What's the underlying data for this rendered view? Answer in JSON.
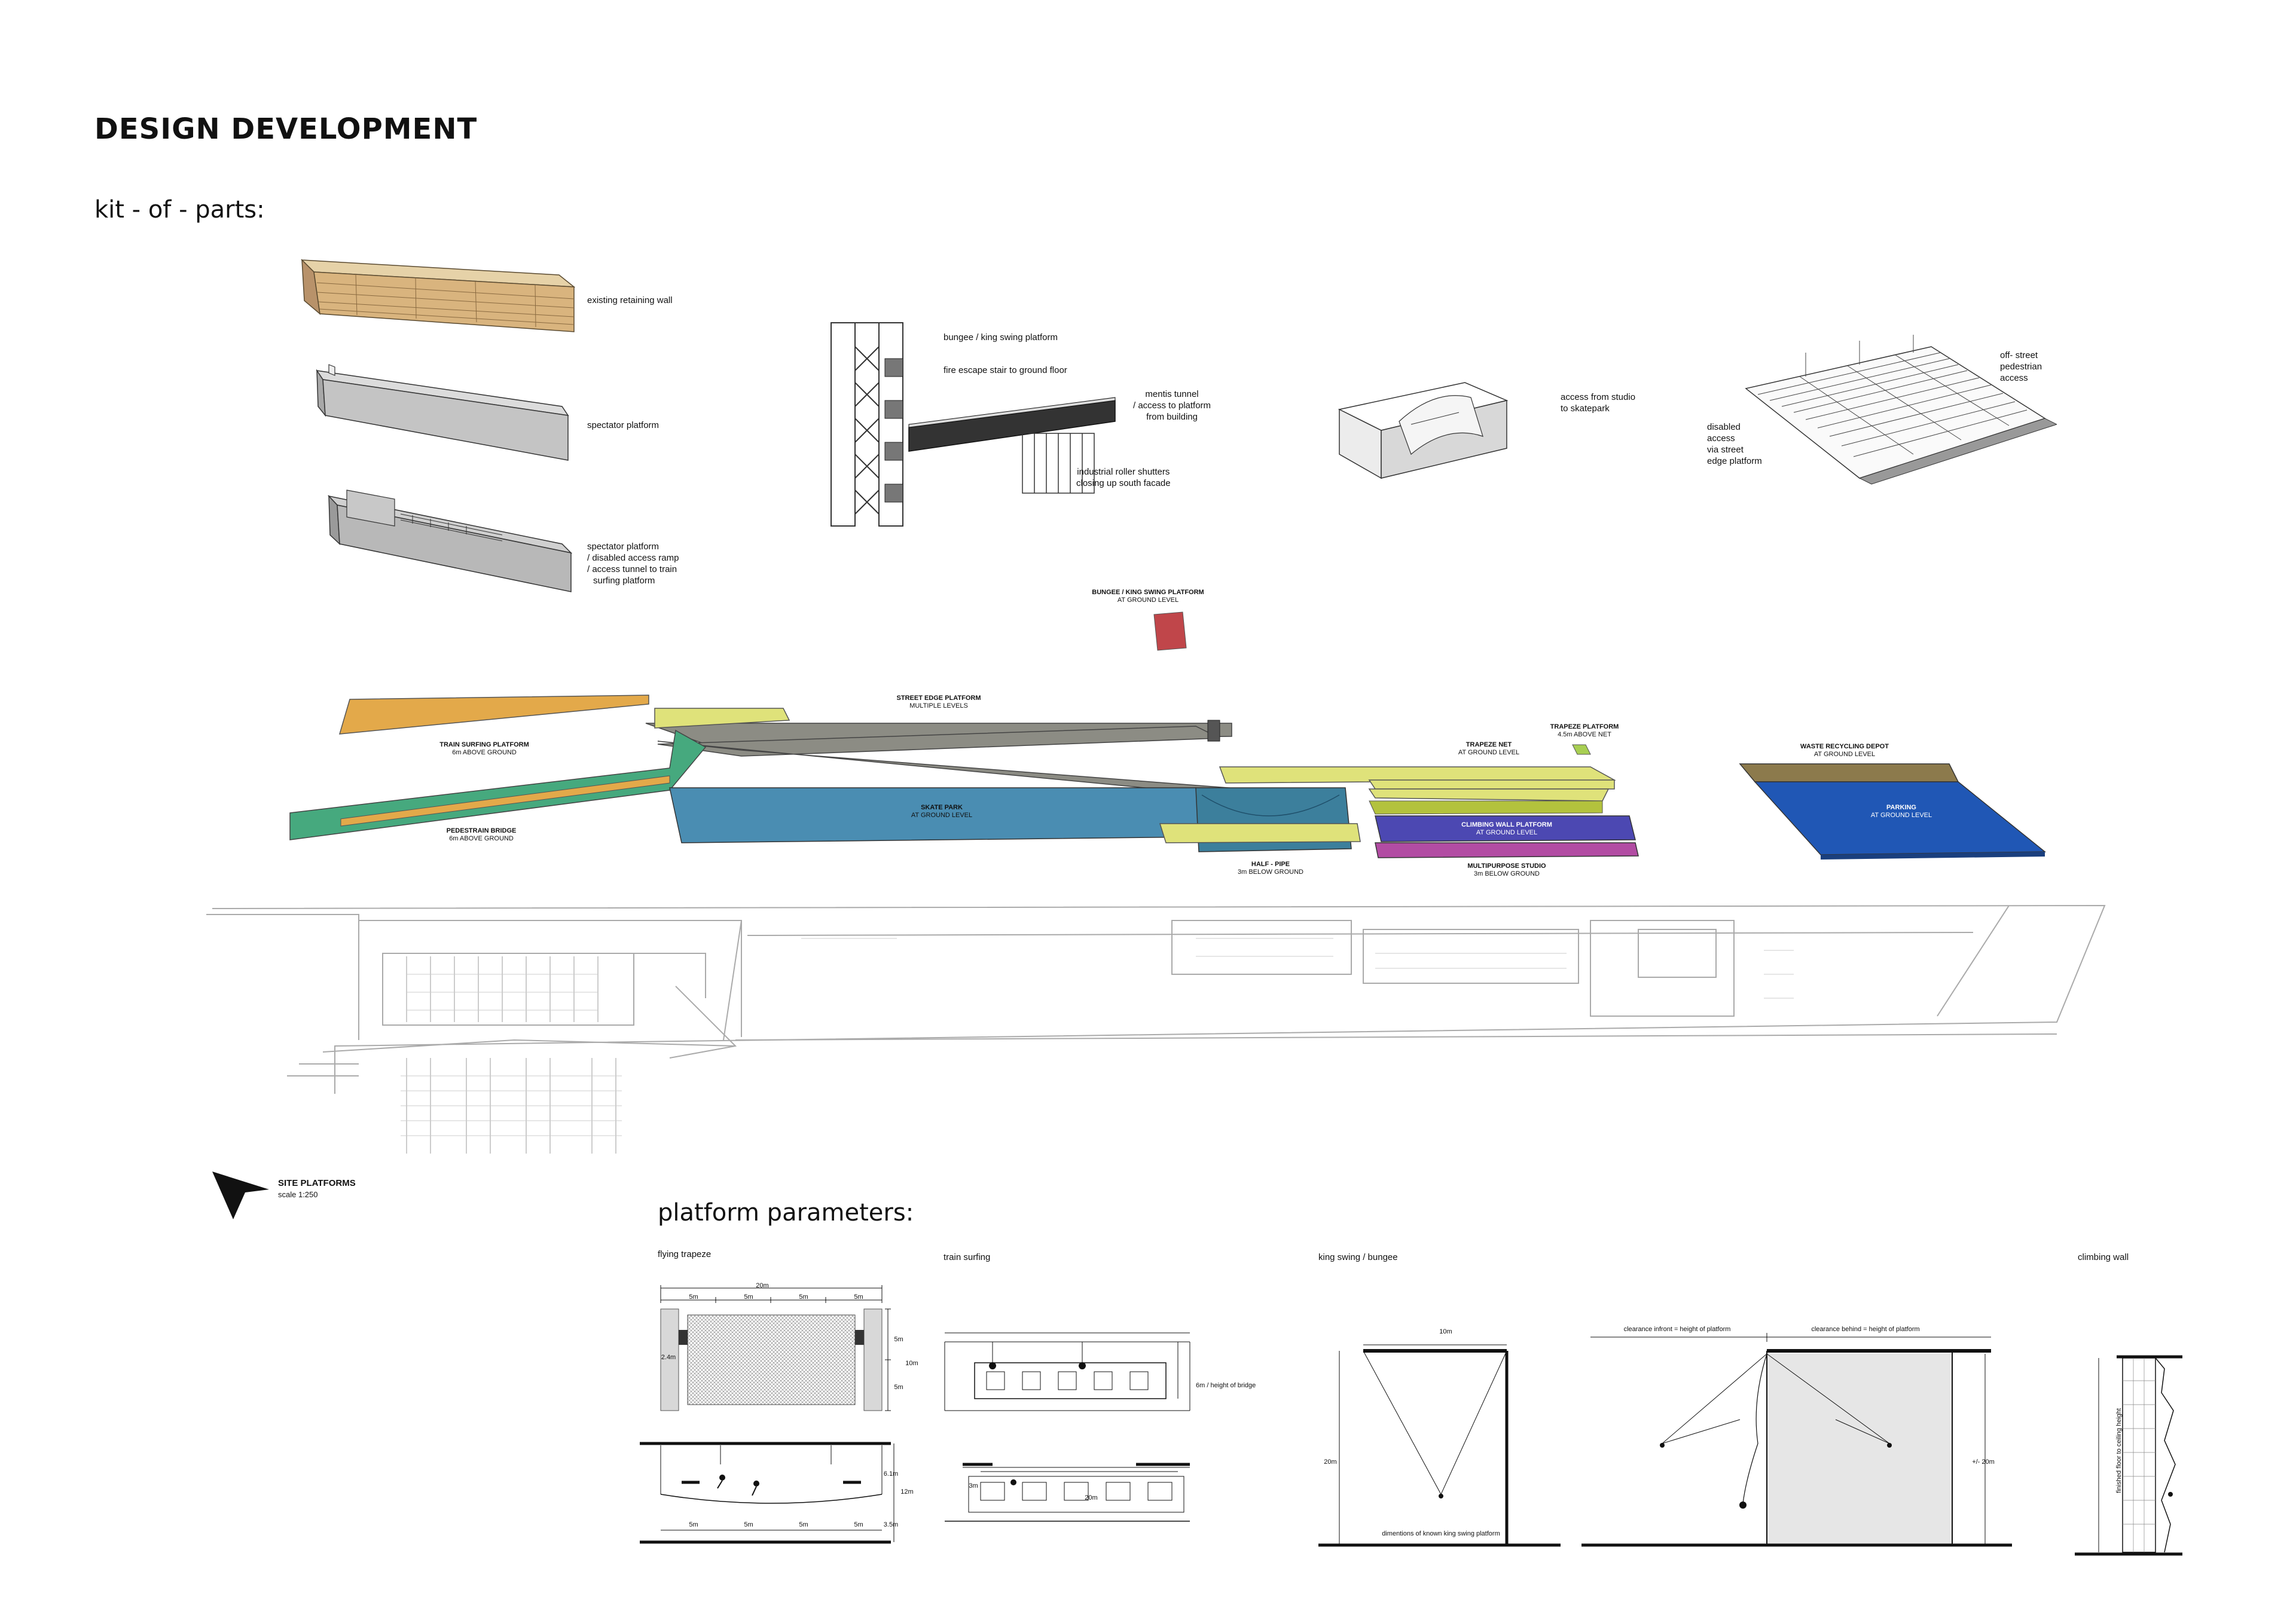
{
  "title": "DESIGN DEVELOPMENT",
  "sections": {
    "kit_of_parts": "kit - of - parts:",
    "platform_parameters": "platform parameters:"
  },
  "kit_labels": {
    "retaining_wall": "existing retaining wall",
    "spectator_platform": "spectator platform",
    "spectator_ramp": [
      "spectator platform",
      "/ disabled access ramp",
      "/ access tunnel to train",
      "surfing platform"
    ],
    "bungee_platform": "bungee / king swing platform",
    "fire_escape": "fire escape stair to ground floor",
    "mentis_tunnel": [
      "mentis tunnel",
      "/ access to platform",
      "from building"
    ],
    "roller_shutters": [
      "industrial roller shutters",
      "closing up south facade"
    ],
    "studio_access": [
      "access from studio",
      "to skatepark"
    ],
    "offstreet_access": [
      "off- street",
      "pedestrian",
      "access"
    ],
    "disabled_access": [
      "disabled",
      "access",
      "via street",
      "edge platform"
    ]
  },
  "platforms": {
    "bungee": {
      "name": "BUNGEE / KING SWING PLATFORM",
      "level": "AT GROUND LEVEL",
      "color": "#c0464a"
    },
    "street_edge": {
      "name": "STREET EDGE PLATFORM",
      "level": "MULTIPLE LEVELS",
      "color": "#8c8c84"
    },
    "train_surfing": {
      "name": "TRAIN SURFING PLATFORM",
      "level": "6m ABOVE GROUND",
      "color": "#e3a94a"
    },
    "pedestrian_bridge": {
      "name": "PEDESTRAIN BRIDGE",
      "level": "6m ABOVE GROUND",
      "color": "#46a97e"
    },
    "skate_park": {
      "name": "SKATE PARK",
      "level": "AT GROUND LEVEL",
      "color": "#4a8db2"
    },
    "half_pipe": {
      "name": "HALF - PIPE",
      "level": "3m BELOW GROUND",
      "color": "#3c7f9c"
    },
    "trapeze_net": {
      "name": "TRAPEZE NET",
      "level": "AT GROUND LEVEL",
      "color": "#dfe27a"
    },
    "trapeze_platform": {
      "name": "TRAPEZE PLATFORM",
      "level": "4.5m ABOVE NET",
      "color": "#a8cf52"
    },
    "climbing_wall": {
      "name": "CLIMBING WALL PLATFORM",
      "level": "AT GROUND LEVEL",
      "color": "#4c48b2"
    },
    "multipurpose": {
      "name": "MULTIPURPOSE STUDIO",
      "level": "3m BELOW GROUND",
      "color": "#b24ca3"
    },
    "waste_depot": {
      "name": "WASTE RECYCLING DEPOT",
      "level": "AT GROUND LEVEL",
      "color": "#8c7a4c"
    },
    "parking": {
      "name": "PARKING",
      "level": "AT GROUND LEVEL",
      "color": "#2057b5"
    }
  },
  "site": {
    "title": "SITE PLATFORMS",
    "scale": "scale 1:250"
  },
  "parameters": {
    "trapeze": {
      "title": "flying trapeze",
      "total": "20m",
      "spans": [
        "5m",
        "5m",
        "5m",
        "5m"
      ],
      "height_marks": [
        "5m",
        "5m"
      ],
      "width_total": "10m",
      "side": "2.4m",
      "section_h1": "6.1m",
      "section_h2": "12m",
      "section_h3": "3.5m",
      "section_spans": [
        "5m",
        "5m",
        "5m",
        "5m"
      ]
    },
    "train": {
      "title": "train surfing",
      "bridge": "6m / height of bridge",
      "gap": "3m",
      "length": "20m"
    },
    "bungee": {
      "title": "king swing / bungee",
      "width": "10m",
      "height": "20m",
      "note": "dimentions of known king swing platform",
      "clearance_front": "clearance infront  = height of platform",
      "clearance_behind": "clearance behind  = height of platform",
      "height2": "+/- 20m"
    },
    "climbing": {
      "title": "climbing wall",
      "note": "finished floor to ceiling height"
    }
  }
}
